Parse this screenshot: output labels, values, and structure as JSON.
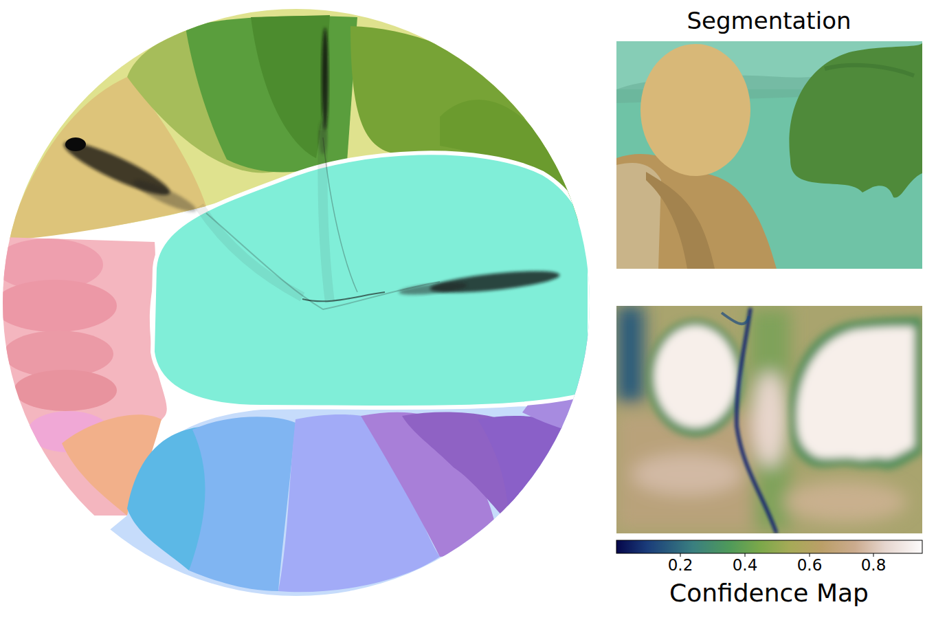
{
  "diagram": {
    "labels": [
      "Segmentation",
      "0.2",
      "0.4",
      "0.6",
      "0.8",
      "Confidence Map"
    ]
  }
}
